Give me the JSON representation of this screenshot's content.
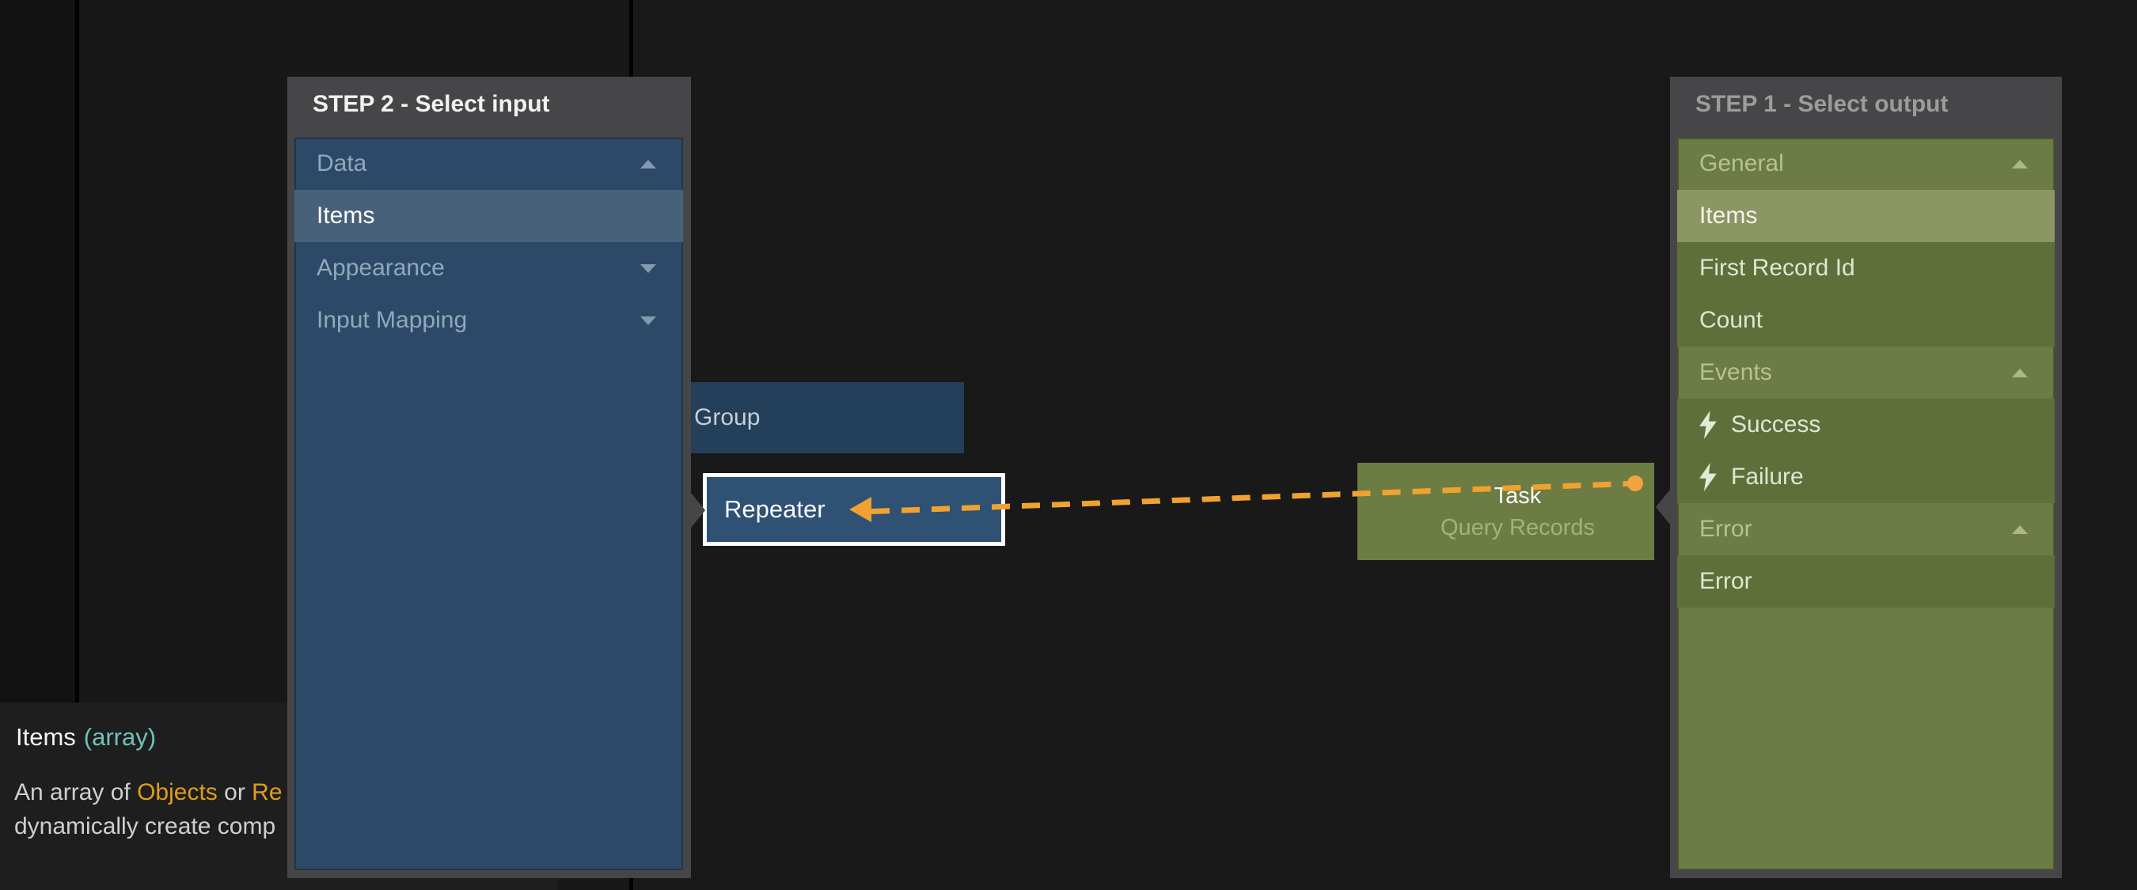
{
  "step2_panel": {
    "title": "STEP 2 - Select input",
    "rows": [
      {
        "label": "Data",
        "type": "group",
        "arrow": "up"
      },
      {
        "label": "Items",
        "type": "item",
        "selected": true
      },
      {
        "label": "Appearance",
        "type": "group",
        "arrow": "down"
      },
      {
        "label": "Input Mapping",
        "type": "group",
        "arrow": "down"
      }
    ]
  },
  "step1_panel": {
    "title": "STEP 1 - Select output",
    "rows": [
      {
        "label": "General",
        "type": "group",
        "arrow": "up"
      },
      {
        "label": "Items",
        "type": "item",
        "selected": true
      },
      {
        "label": "First Record Id",
        "type": "item"
      },
      {
        "label": "Count",
        "type": "item"
      },
      {
        "label": "Events",
        "type": "group",
        "arrow": "up"
      },
      {
        "label": "Success",
        "type": "item",
        "icon": "lightning"
      },
      {
        "label": "Failure",
        "type": "item",
        "icon": "lightning"
      },
      {
        "label": "Error",
        "type": "group",
        "arrow": "up"
      },
      {
        "label": "Error",
        "type": "item"
      }
    ]
  },
  "nodes": {
    "group": {
      "label": "Group"
    },
    "repeater": {
      "label": "Repeater"
    },
    "task": {
      "title": "Task",
      "subtitle": "Query Records"
    }
  },
  "connector": {
    "style": "dashed",
    "direction": "task-to-repeater"
  },
  "tooltip": {
    "title": "Items",
    "type": "(array)",
    "line1": [
      {
        "text": "An array of ",
        "color": "gray"
      },
      {
        "text": "Objects",
        "color": "orange"
      },
      {
        "text": " or ",
        "color": "gray"
      },
      {
        "text": "Re",
        "color": "orange"
      }
    ],
    "line2": "dynamically create comp"
  },
  "colors": {
    "accent_orange": "#F0A231",
    "step2_body_blue": "#2C4A68",
    "step2_selected_blue": "#48617B",
    "step1_body_green": "#6C7C44",
    "step1_item_green": "#5F6F3A",
    "step1_selected_green": "#8B9663",
    "panel_frame_gray": "#464648",
    "tooltip_teal": "#6FC2B9",
    "tooltip_orange": "#DE9E1C"
  }
}
